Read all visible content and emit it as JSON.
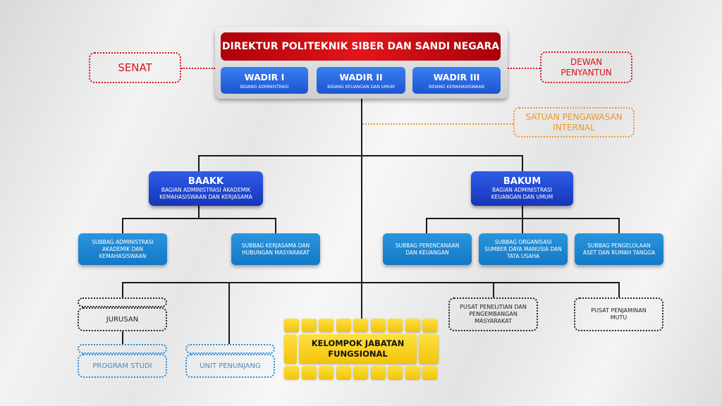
{
  "director": "DIREKTUR POLITEKNIK SIBER DAN SANDI NEGARA",
  "wadir": [
    {
      "title": "WADIR I",
      "subtitle": "BIDANG ADMINISTRASI"
    },
    {
      "title": "WADIR II",
      "subtitle": "BIDANG KEUANGAN DAN UMUM"
    },
    {
      "title": "WADIR III",
      "subtitle": "BIDANG KEMAHASISWAAN"
    }
  ],
  "senat": "SENAT",
  "dewan": "DEWAN PENYANTUN",
  "spi": "SATUAN PENGAWASAN INTERNAL",
  "baakk": {
    "title": "BAAKK",
    "subtitle": "BAGIAN ADMINISTRASI AKADEMIK KEMAHASISWAAN DAN KERJASAMA",
    "subs": [
      "SUBBAG ADMINISTRASI AKADEMIK DAN KEMAHASISWAAN",
      "SUBBAG KERJASAMA DAN HUBUNGAN MASYARAKAT"
    ]
  },
  "bakum": {
    "title": "BAKUM",
    "subtitle": "BAGIAN ADMINISTRASI KEUANGAN DAN UMUM",
    "subs": [
      "SUBBAG PERENCANAAN DAN KEUANGAN",
      "SUBBAG ORGANISASI SUMBER DAYA MANUSIA DAN TATA USAHA",
      "SUBBAG PENGELOLAAN ASET DAN RUMAH TANGGA"
    ]
  },
  "jurusan": "JURUSAN",
  "program_studi": "PROGRAM STUDI",
  "unit_penunjang": "UNIT PENUNJANG",
  "kelompok": "KELOMPOK JABATAN FUNGSIONAL",
  "pusat_penelitian": "PUSAT PENELITIAN DAN PENGEMBANGAN MASYARAKAT",
  "pusat_mutu": "PUSAT PENJAMINAN MUTU",
  "colors": {
    "red": "#d8121a",
    "blue": "#1f5fe0",
    "orange": "#f0962a",
    "yellow": "#f5c80f",
    "light_blue": "#2a8ad6"
  }
}
